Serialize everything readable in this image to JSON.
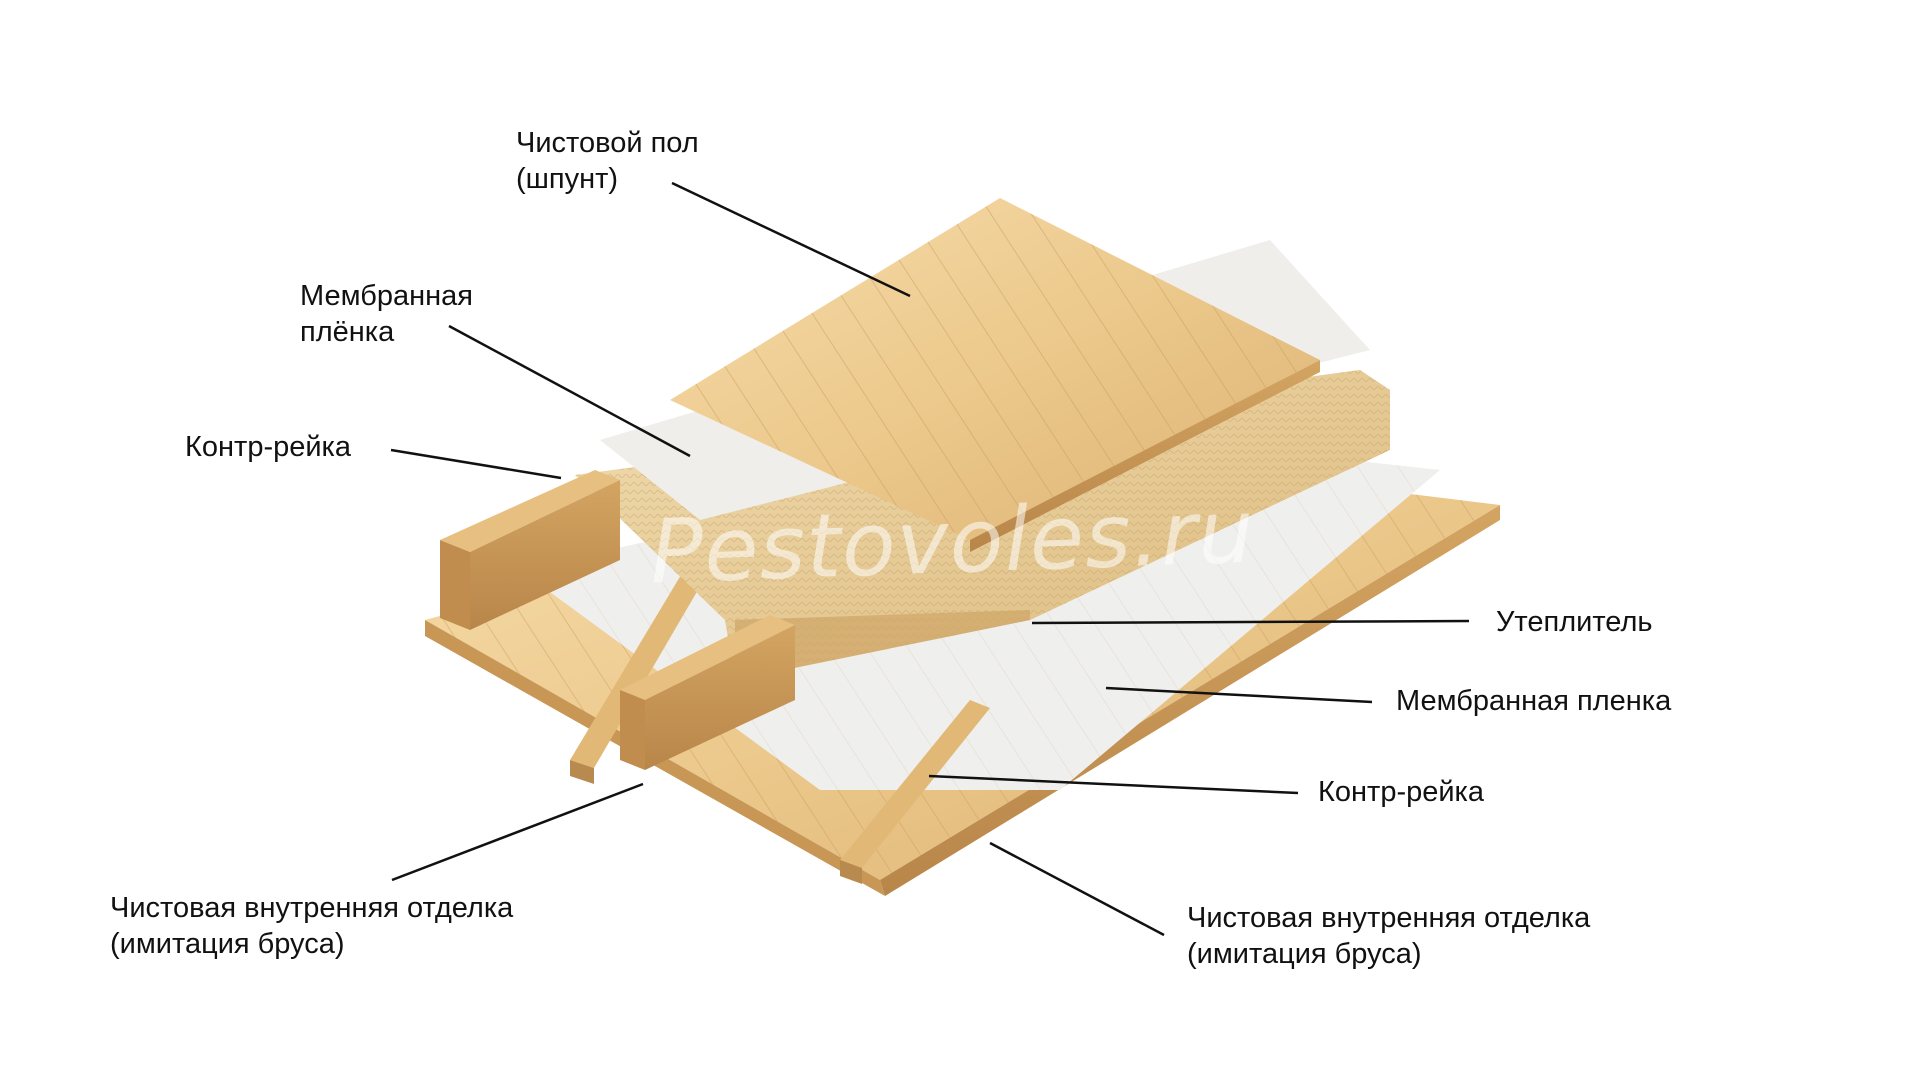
{
  "labels": {
    "finish_floor": {
      "line1": "Чистовой пол",
      "line2": "(шпунт)"
    },
    "membrane_top": {
      "line1": "Мембранная",
      "line2": "плёнка"
    },
    "counter_batten_top": {
      "line1": "Контр-рейка"
    },
    "insulation": {
      "line1": "Утеплитель"
    },
    "membrane_bottom": {
      "line1": "Мембранная пленка"
    },
    "counter_batten_bottom": {
      "line1": "Контр-рейка"
    },
    "interior_finish_left": {
      "line1": "Чистовая внутренняя отделка",
      "line2": "(имитация бруса)"
    },
    "interior_finish_right": {
      "line1": "Чистовая внутренняя отделка",
      "line2": "(имитация бруса)"
    }
  },
  "watermark": "Pestovoles.ru",
  "colors": {
    "wood_light": "#f0cf96",
    "wood_mid": "#deb273",
    "wood_dark": "#b98a4f",
    "membrane": "#eeeeec",
    "insulation": "#e6c98e",
    "line": "#111111"
  }
}
